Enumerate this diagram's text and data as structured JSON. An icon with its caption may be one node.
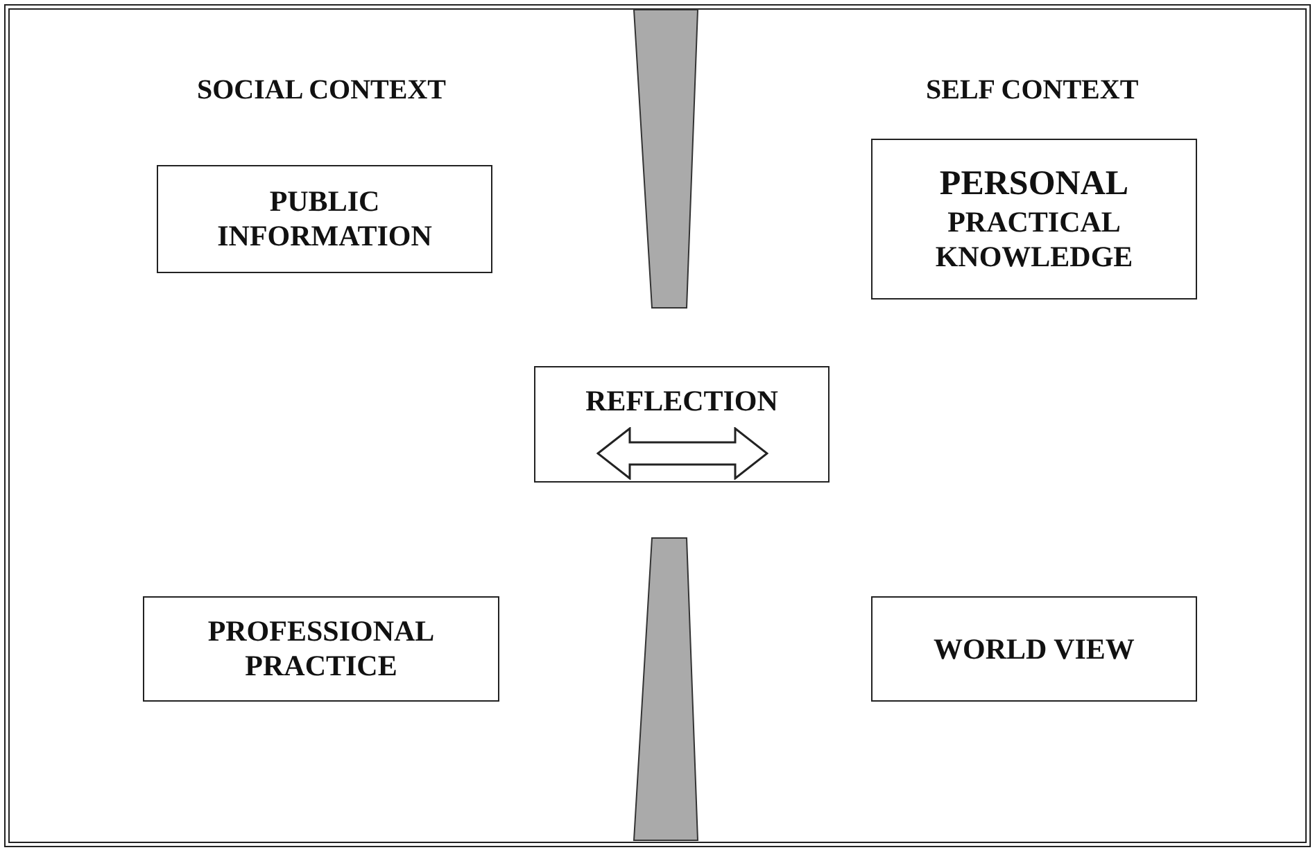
{
  "diagram": {
    "nodes": [
      {
        "text": [
          "PUBLIC INFORMATION"
        ]
      },
      {
        "text": [
          "PERSONAL",
          "PRACTICAL KNOWLEDGE"
        ]
      },
      {
        "text": [
          "REFLECTION"
        ]
      },
      {
        "text": [
          "PROFESSIONAL PRACTICE"
        ]
      },
      {
        "text": [
          "WORLD VIEW"
        ]
      }
    ],
    "edges": [],
    "labels": [
      "SOCIAL CONTEXT",
      "SELF CONTEXT"
    ]
  }
}
